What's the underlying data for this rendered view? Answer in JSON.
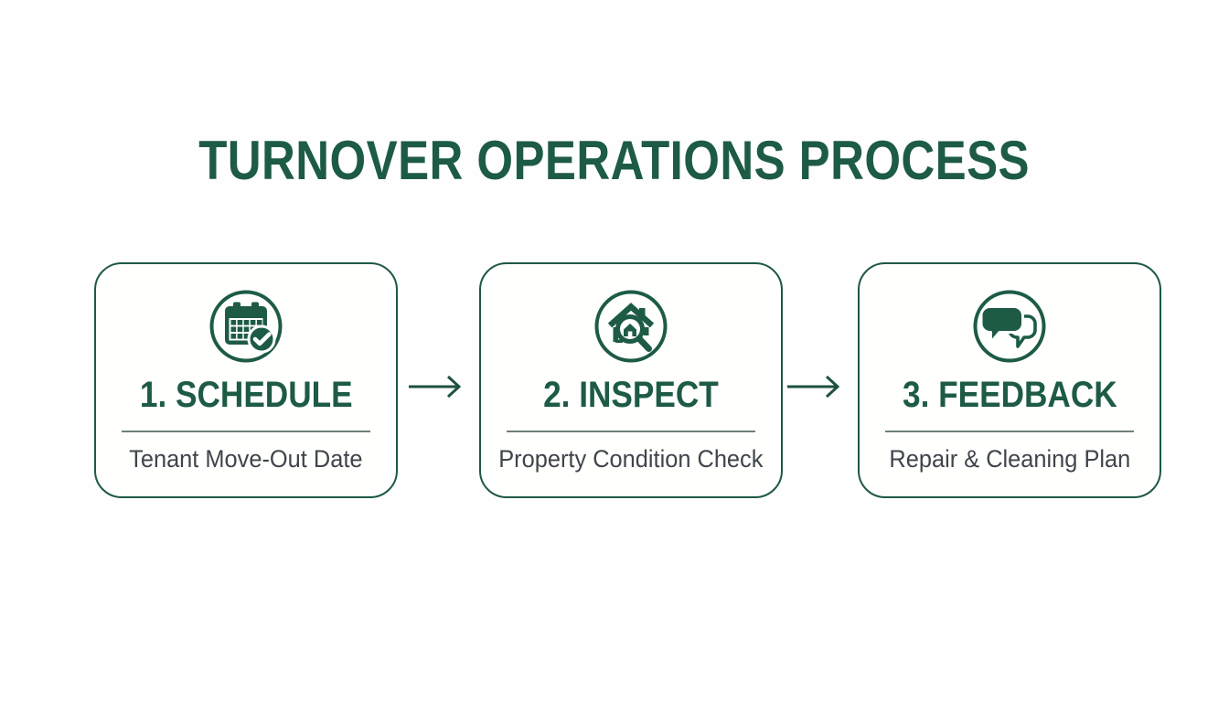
{
  "page": {
    "background": "#fdfefd",
    "accent_green": "#1d5b45",
    "border_green": "#1e5847",
    "subtitle_gray": "#3f454a",
    "divider_gray": "#6d8078"
  },
  "title": "TURNOVER OPERATIONS PROCESS",
  "steps": [
    {
      "icon": "calendar-check-icon",
      "title": "1. SCHEDULE",
      "subtitle": "Tenant Move-Out Date"
    },
    {
      "icon": "house-magnifier-icon",
      "title": "2. INSPECT",
      "subtitle": "Property Condition Check"
    },
    {
      "icon": "speech-bubbles-icon",
      "title": "3. FEEDBACK",
      "subtitle": "Repair & Cleaning Plan"
    }
  ],
  "connectors": [
    {
      "name": "arrow-right"
    },
    {
      "name": "arrow-right"
    }
  ]
}
